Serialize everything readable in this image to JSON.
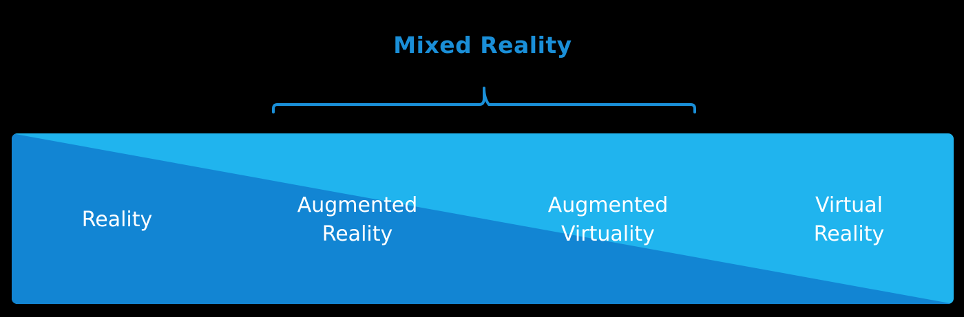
{
  "title": "Mixed Reality",
  "labels": {
    "reality": "Reality",
    "augmented_reality": "Augmented\nReality",
    "augmented_virtuality": "Augmented\nVirtuality",
    "virtual_reality": "Virtual\nReality"
  },
  "colors": {
    "background": "#000000",
    "light_blue": "#20b4ee",
    "dark_blue": "#1285d3",
    "accent": "#1a8fd8",
    "text": "#ffffff"
  }
}
